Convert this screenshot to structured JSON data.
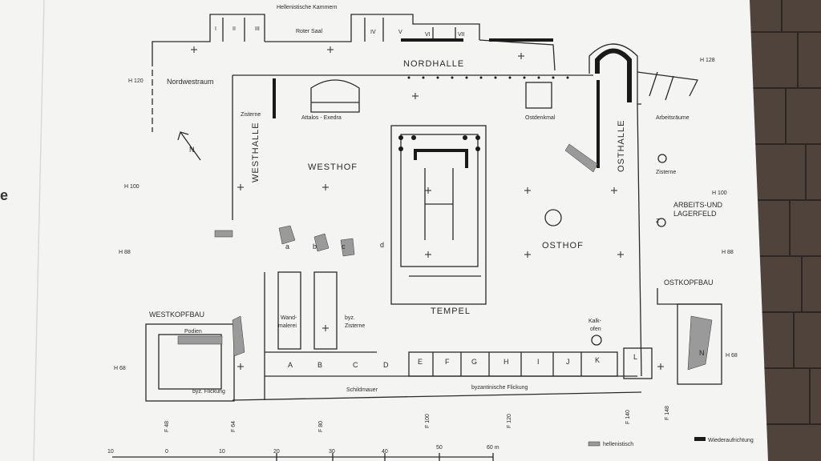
{
  "side_text": "e",
  "labels": {
    "hellenistische_kammern": "Hellenistische Kammern",
    "roter_saal": "Roter  Saal",
    "nordhalle": "NORDHALLE",
    "nordwestraum": "Nordwestraum",
    "zisterne_w": "Zisterne",
    "attalos": "Attalos - Exedra",
    "ostdenkmal": "Ostdenkmal",
    "westhalle": "WESTHALLE",
    "westhof": "WESTHOF",
    "osthalle": "OSTHALLE",
    "arbeitsraeume": "Arbeitsräume",
    "zisterne_e": "Zisterne",
    "arbeits": "ARBEITS-UND",
    "lagerfeld": "LAGERFELD",
    "osthof": "OSTHOF",
    "tempel": "TEMPEL",
    "ostkopfbau": "OSTKOPFBAU",
    "westkopfbau": "WESTKOPFBAU",
    "podien": "Podien",
    "wand": "Wand-",
    "malerei": "malerei",
    "byz": "byz.",
    "zisterne_b": "Zisterne",
    "kalk": "Kalk-",
    "ofen": "ofen",
    "schildmauer": "Schildmauer",
    "byz_flickung": "byz. Flickung",
    "byz_flickung2": "byzantinische Flickung",
    "hellenistisch": "hellenistisch",
    "wiederaufrichtung": "Wiederaufrichtung"
  },
  "rooms_top": [
    "I",
    "II",
    "III",
    "IV",
    "V",
    "VI",
    "VII"
  ],
  "letters": [
    "A",
    "B",
    "C",
    "D",
    "E",
    "F",
    "G",
    "H",
    "I",
    "J",
    "K",
    "L",
    "N"
  ],
  "small_letters": [
    "a",
    "b",
    "c",
    "d"
  ],
  "heights": [
    "H 120",
    "H 100",
    "H 88",
    "H 68",
    "H 128",
    "H 100",
    "H 88",
    "H 68"
  ],
  "grid_marks": [
    "F 48",
    "F 64",
    "F 80",
    "F 100",
    "F 120",
    "F 140",
    "F 148"
  ],
  "scale": [
    "10",
    "0",
    "10",
    "20",
    "30",
    "40",
    "50",
    "60 m"
  ],
  "north": "N",
  "z": "Z"
}
